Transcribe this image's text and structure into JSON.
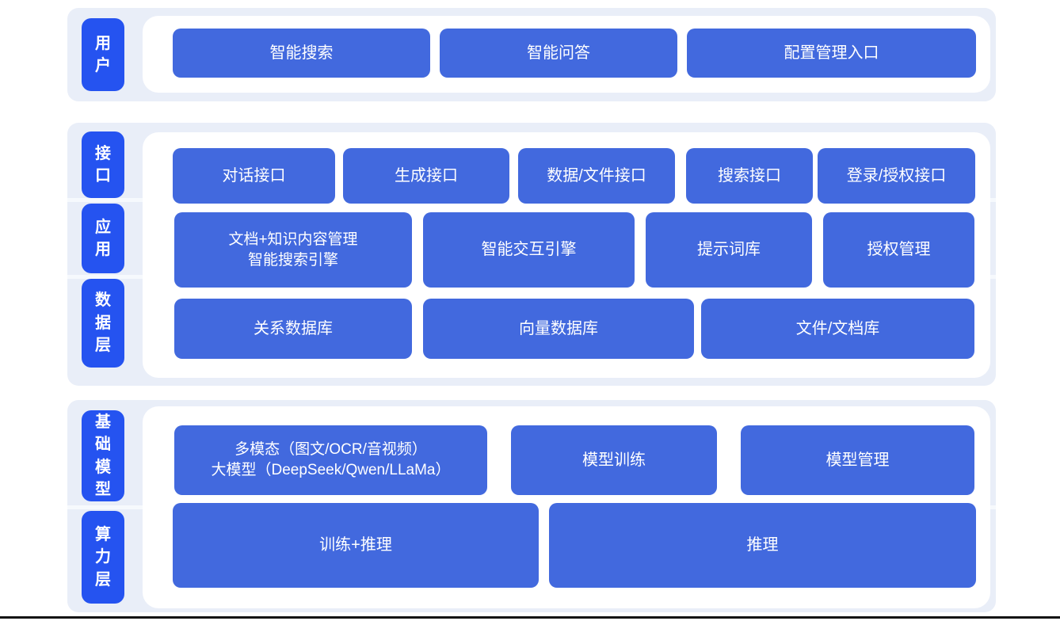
{
  "colors": {
    "label_box_blue": "#2553f0",
    "content_box_blue": "#4269de",
    "panel_bg": "#e9eef8",
    "inner_bg": "#ffffff",
    "text": "#ffffff",
    "bottom_line": "#141414"
  },
  "sections": [
    {
      "name": "user-layer",
      "labels": [
        {
          "text": "用户"
        }
      ],
      "rows": [
        {
          "boxes": [
            {
              "text": "智能搜索"
            },
            {
              "text": "智能问答"
            },
            {
              "text": "配置管理入口"
            }
          ]
        }
      ]
    },
    {
      "name": "interface-app-data-layer",
      "labels": [
        {
          "text": "接口"
        },
        {
          "text": "应用"
        },
        {
          "text": "数据层"
        }
      ],
      "rows": [
        {
          "boxes": [
            {
              "text": "对话接口"
            },
            {
              "text": "生成接口"
            },
            {
              "text": "数据/文件接口"
            },
            {
              "text": "搜索接口"
            },
            {
              "text": "登录/授权接口"
            }
          ]
        },
        {
          "boxes": [
            {
              "text": "文档+知识内容管理\n智能搜索引擎"
            },
            {
              "text": "智能交互引擎"
            },
            {
              "text": "提示词库"
            },
            {
              "text": "授权管理"
            }
          ]
        },
        {
          "boxes": [
            {
              "text": "关系数据库"
            },
            {
              "text": "向量数据库"
            },
            {
              "text": "文件/文档库"
            }
          ]
        }
      ]
    },
    {
      "name": "model-compute-layer",
      "labels": [
        {
          "text": "基础模型"
        },
        {
          "text": "算力层"
        }
      ],
      "rows": [
        {
          "boxes": [
            {
              "text": "多模态（图文/OCR/音视频）\n大模型（DeepSeek/Qwen/LLaMa）"
            },
            {
              "text": "模型训练"
            },
            {
              "text": "模型管理"
            }
          ]
        },
        {
          "boxes": [
            {
              "text": "训练+推理"
            },
            {
              "text": "推理"
            }
          ]
        }
      ]
    }
  ]
}
